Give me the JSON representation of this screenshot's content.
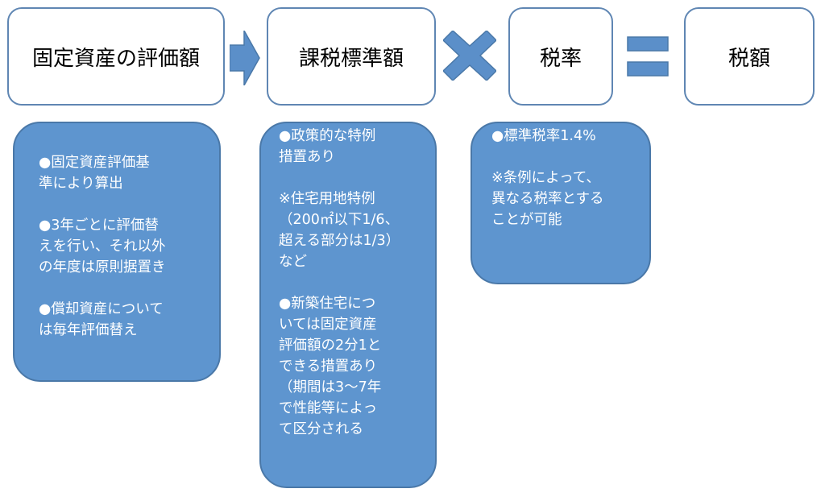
{
  "top": {
    "assessed_value": "固定資産の評価額",
    "tax_base": "課税標準額",
    "tax_rate": "税率",
    "tax_amount": "税額"
  },
  "notes": {
    "assessed_value": [
      "●固定資産評価基\n準により算出",
      "●3年ごとに評価替\nえを行い、それ以外\nの年度は原則据置き",
      "●償却資産について\nは毎年評価替え"
    ],
    "tax_base": [
      "●政策的な特例\n措置あり",
      "※住宅用地特例\n（200㎡以下1/6、\n超える部分は1/3）\nなど",
      "●新築住宅につ\nいては固定資産\n評価額の2分1と\nできる措置あり\n（期間は3～7年\nで性能等によっ\nて区分される"
    ],
    "tax_rate": [
      "●標準税率1.4%",
      "※条例によって、\n異なる税率とする\nことが可能"
    ]
  },
  "colors": {
    "box_border": "#5f86b3",
    "note_fill": "#5e95cf",
    "operator_fill": "#5b8fc9"
  }
}
